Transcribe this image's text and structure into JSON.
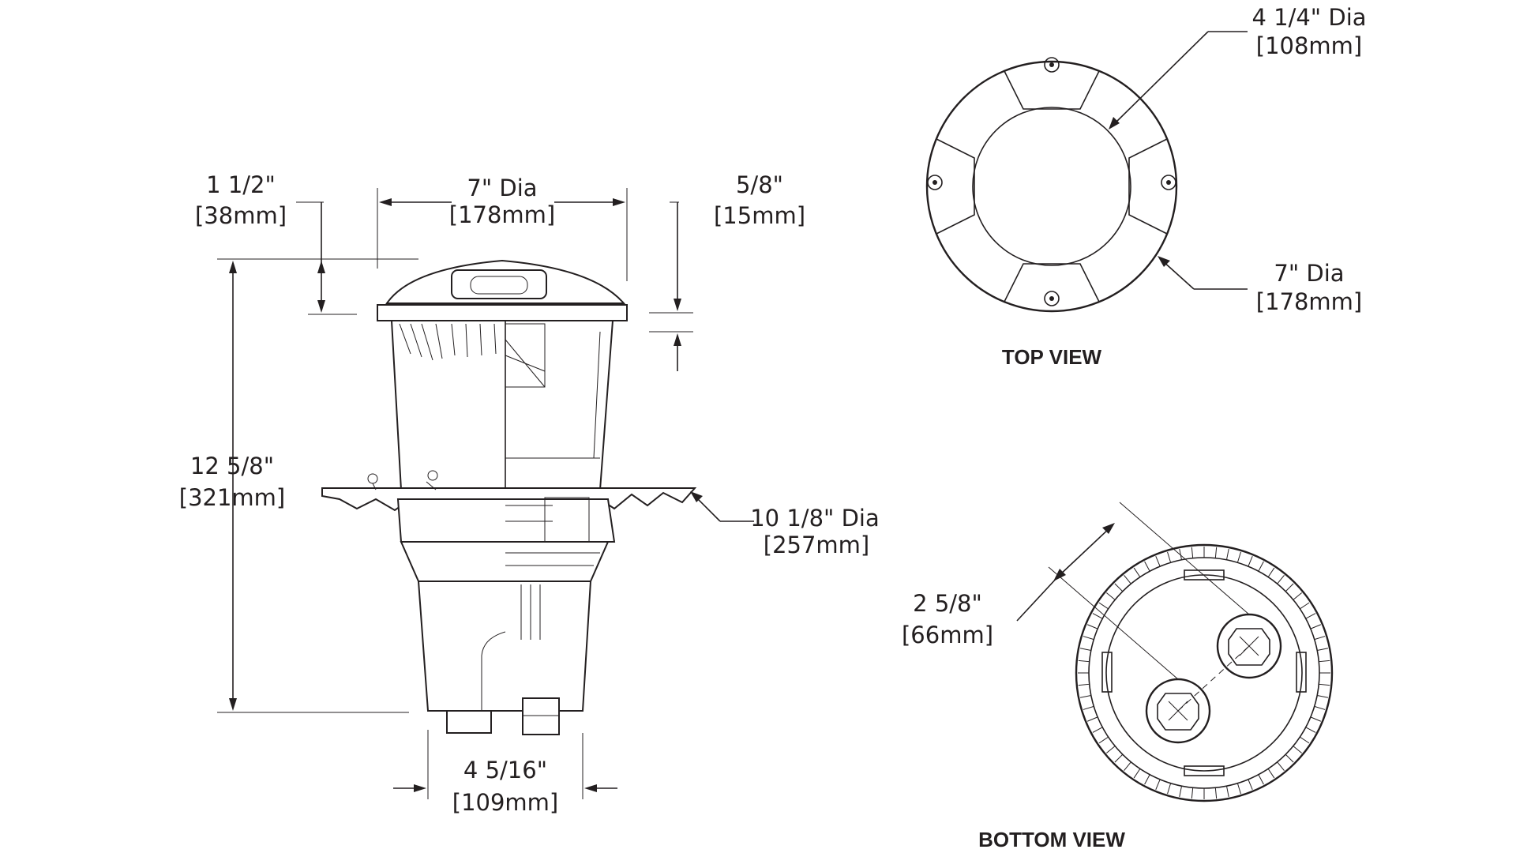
{
  "views": {
    "top": "TOP VIEW",
    "bottom": "BOTTOM VIEW"
  },
  "dimensions": {
    "top_height": {
      "imperial": "1 1/2\"",
      "metric": "[38mm]"
    },
    "flange_dia": {
      "imperial": "7\" Dia",
      "metric": "[178mm]"
    },
    "lip": {
      "imperial": "5/8\"",
      "metric": "[15mm]"
    },
    "overall_height": {
      "imperial": "12 5/8\"",
      "metric": "[321mm]"
    },
    "collar_dia": {
      "imperial": "10 1/8\" Dia",
      "metric": "[257mm]"
    },
    "base_width": {
      "imperial": "4 5/16\"",
      "metric": "[109mm]"
    },
    "top_inner_dia": {
      "imperial": "4 1/4\" Dia",
      "metric": "[108mm]"
    },
    "top_outer_dia": {
      "imperial": "7\" Dia",
      "metric": "[178mm]"
    },
    "port_spacing": {
      "imperial": "2 5/8\"",
      "metric": "[66mm]"
    }
  }
}
